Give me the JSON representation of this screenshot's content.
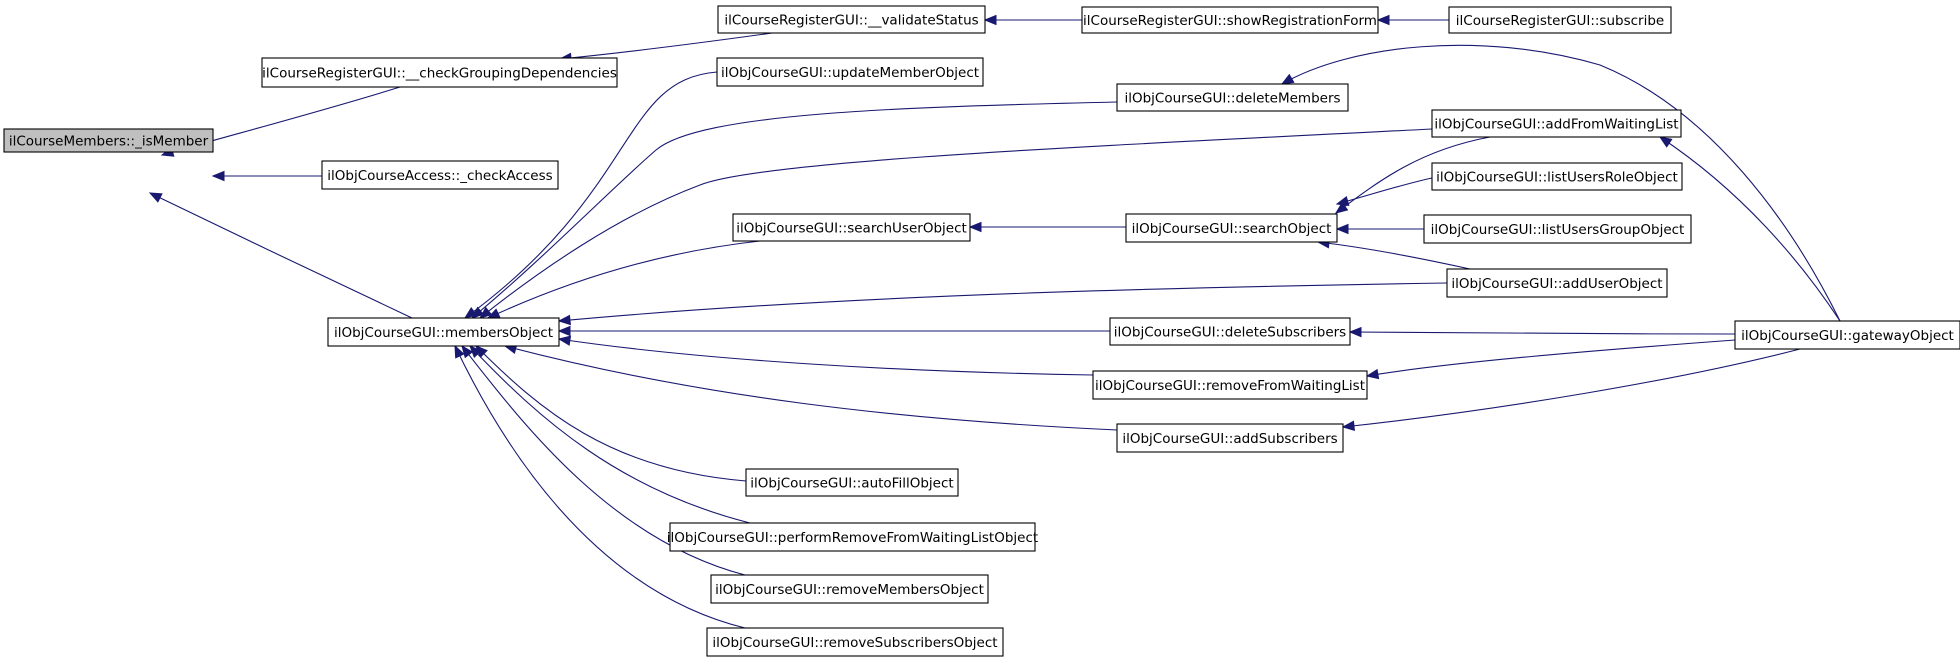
{
  "graph": {
    "colors": {
      "edge": "#191970",
      "node_border": "#000000",
      "focus_fill": "#bfbfbf",
      "node_fill": "#ffffff"
    },
    "nodes": [
      {
        "id": "isMember",
        "label": "ilCourseMembers::_isMember",
        "focus": true
      },
      {
        "id": "checkGrouping",
        "label": "ilCourseRegisterGUI::__checkGroupingDependencies"
      },
      {
        "id": "checkAccess",
        "label": "ilObjCourseAccess::_checkAccess"
      },
      {
        "id": "membersObject",
        "label": "ilObjCourseGUI::membersObject"
      },
      {
        "id": "validateStatus",
        "label": "ilCourseRegisterGUI::__validateStatus"
      },
      {
        "id": "showRegForm",
        "label": "ilCourseRegisterGUI::showRegistrationForm"
      },
      {
        "id": "subscribe",
        "label": "ilCourseRegisterGUI::subscribe"
      },
      {
        "id": "updateMember",
        "label": "ilObjCourseGUI::updateMemberObject"
      },
      {
        "id": "deleteMembers",
        "label": "ilObjCourseGUI::deleteMembers"
      },
      {
        "id": "addFromWL",
        "label": "ilObjCourseGUI::addFromWaitingList"
      },
      {
        "id": "listUsersRole",
        "label": "ilObjCourseGUI::listUsersRoleObject"
      },
      {
        "id": "searchUser",
        "label": "ilObjCourseGUI::searchUserObject"
      },
      {
        "id": "searchObject",
        "label": "ilObjCourseGUI::searchObject"
      },
      {
        "id": "listUsersGroup",
        "label": "ilObjCourseGUI::listUsersGroupObject"
      },
      {
        "id": "addUser",
        "label": "ilObjCourseGUI::addUserObject"
      },
      {
        "id": "deleteSubs",
        "label": "ilObjCourseGUI::deleteSubscribers"
      },
      {
        "id": "gateway",
        "label": "ilObjCourseGUI::gatewayObject"
      },
      {
        "id": "removeFromWL",
        "label": "ilObjCourseGUI::removeFromWaitingList"
      },
      {
        "id": "addSubs",
        "label": "ilObjCourseGUI::addSubscribers"
      },
      {
        "id": "autoFill",
        "label": "ilObjCourseGUI::autoFillObject"
      },
      {
        "id": "performRemoveWL",
        "label": "ilObjCourseGUI::performRemoveFromWaitingListObject"
      },
      {
        "id": "removeMembers",
        "label": "ilObjCourseGUI::removeMembersObject"
      },
      {
        "id": "removeSubsObj",
        "label": "ilObjCourseGUI::removeSubscribersObject"
      }
    ],
    "edges": [
      [
        "checkGrouping",
        "isMember"
      ],
      [
        "checkAccess",
        "isMember"
      ],
      [
        "membersObject",
        "isMember"
      ],
      [
        "validateStatus",
        "checkGrouping"
      ],
      [
        "showRegForm",
        "validateStatus"
      ],
      [
        "subscribe",
        "showRegForm"
      ],
      [
        "updateMember",
        "membersObject"
      ],
      [
        "deleteMembers",
        "membersObject"
      ],
      [
        "addFromWL",
        "membersObject"
      ],
      [
        "searchUser",
        "membersObject"
      ],
      [
        "addUser",
        "membersObject"
      ],
      [
        "deleteSubs",
        "membersObject"
      ],
      [
        "removeFromWL",
        "membersObject"
      ],
      [
        "addSubs",
        "membersObject"
      ],
      [
        "autoFill",
        "membersObject"
      ],
      [
        "performRemoveWL",
        "membersObject"
      ],
      [
        "removeMembers",
        "membersObject"
      ],
      [
        "removeSubsObj",
        "membersObject"
      ],
      [
        "searchObject",
        "searchUser"
      ],
      [
        "addFromWL",
        "searchObject"
      ],
      [
        "listUsersRole",
        "searchObject"
      ],
      [
        "listUsersGroup",
        "searchObject"
      ],
      [
        "addUser",
        "searchObject"
      ],
      [
        "gateway",
        "deleteMembers"
      ],
      [
        "gateway",
        "addFromWL"
      ],
      [
        "gateway",
        "deleteSubs"
      ],
      [
        "gateway",
        "removeFromWL"
      ],
      [
        "gateway",
        "addSubs"
      ]
    ]
  }
}
